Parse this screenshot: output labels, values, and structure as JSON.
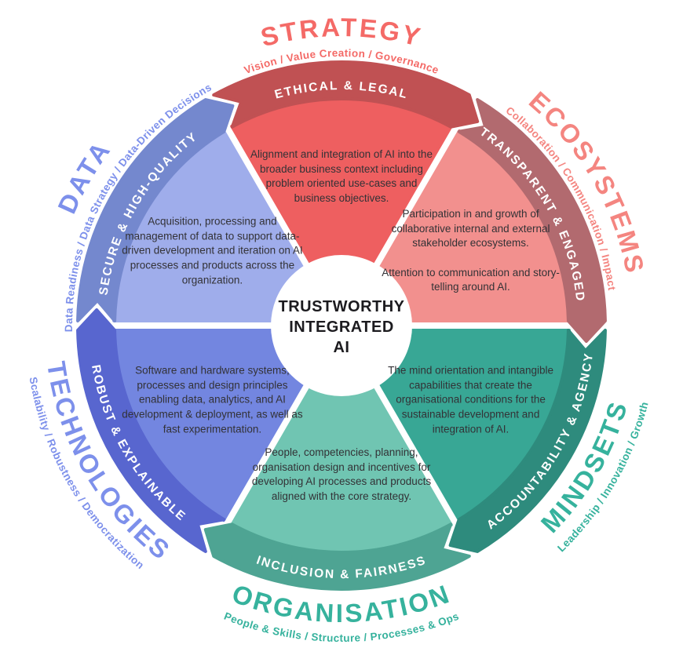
{
  "center": {
    "title": "TRUSTWORTHY\nINTEGRATED\nAI"
  },
  "segments": [
    {
      "id": "strategy",
      "angle": 0,
      "title": "STRATEGY",
      "subtitle": "Vision / Value Creation / Governance",
      "band_label": "ETHICAL & LEGAL",
      "description": "Alignment and integration of AI into the broader business context including problem oriented use-cases and business objectives.",
      "fill_color": "#ee5f60",
      "band_color": "#c05153",
      "accent_color": "#f46a67"
    },
    {
      "id": "ecosystems",
      "angle": 60,
      "title": "ECOSYSTEMS",
      "subtitle": "Collaboration / Communication / Impact",
      "band_label": "TRANSPARENT & ENGAGED",
      "description": "Participation in and growth of collaborative internal and external stakeholder ecosystems.\n\nAttention to communication and story-telling around AI.",
      "fill_color": "#f2908e",
      "band_color": "#b26a6f",
      "accent_color": "#f48580"
    },
    {
      "id": "mindsets",
      "angle": 120,
      "title": "MINDSETS",
      "subtitle": "Leadership / Innovation / Growth",
      "band_label": "ACCOUNTABILITY & AGENCY",
      "description": "The mind orientation and intangible capabilities that create the organisational conditions for the sustainable development and integration of AI.",
      "fill_color": "#38a795",
      "band_color": "#2e8b7d",
      "accent_color": "#36b29d"
    },
    {
      "id": "organisation",
      "angle": 180,
      "title": "ORGANISATION",
      "subtitle": "People & Skills / Structure / Processes & Ops",
      "band_label": "INCLUSION & FAIRNESS",
      "description": "People, competencies, planning, organisation design and incentives for developing AI processes and products aligned with the core strategy.",
      "fill_color": "#70c5b2",
      "band_color": "#4ea493",
      "accent_color": "#36b29d"
    },
    {
      "id": "technologies",
      "angle": 240,
      "title": "TECHNOLOGIES",
      "subtitle": "Scalability / Robustness / Democratization",
      "band_label": "ROBUST & EXPLAINABLE",
      "description": "Software and hardware systems, processes and design principles enabling data, analytics, and AI development & deployment, as well as fast experimentation.",
      "fill_color": "#7386e0",
      "band_color": "#5866cf",
      "accent_color": "#7d90eb"
    },
    {
      "id": "data",
      "angle": 300,
      "title": "DATA",
      "subtitle": "Data Readiness / Data Strategy / Data-Driven Decisions",
      "band_label": "SECURE & HIGH-QUALITY",
      "description": "Acquisition, processing and management of data to support data-driven development and iteration on AI processes and products across the organization.",
      "fill_color": "#9fadeb",
      "band_color": "#7488ce",
      "accent_color": "#7d90eb"
    }
  ]
}
